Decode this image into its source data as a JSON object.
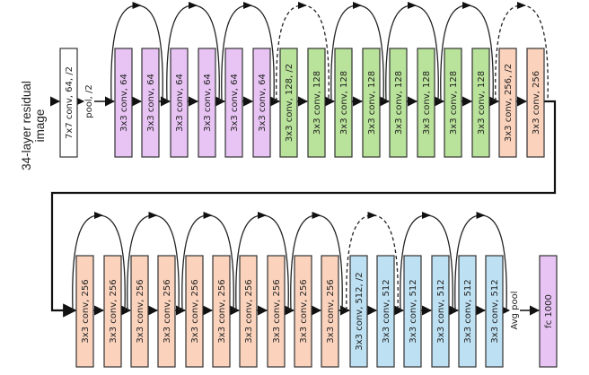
{
  "title_lines": [
    "34-layer residual",
    "image"
  ],
  "colors": {
    "stem": "#ffffff",
    "conv64": "#e8c4f4",
    "conv128": "#b9e39a",
    "conv256": "#fbd3bd",
    "conv512": "#bde0f2",
    "fc": "#e8c4f4",
    "stroke": "#333333"
  },
  "rows": [
    {
      "blocks": [
        {
          "label": "7x7 conv, 64, /2",
          "type": "stem"
        },
        {
          "label": "pool, /2",
          "type": "text"
        },
        {
          "label": "3x3 conv, 64",
          "type": "conv64"
        },
        {
          "label": "3x3 conv, 64",
          "type": "conv64"
        },
        {
          "label": "3x3 conv, 64",
          "type": "conv64"
        },
        {
          "label": "3x3 conv, 64",
          "type": "conv64"
        },
        {
          "label": "3x3 conv, 64",
          "type": "conv64"
        },
        {
          "label": "3x3 conv, 64",
          "type": "conv64"
        },
        {
          "label": "3x3 conv, 128, /2",
          "type": "conv128"
        },
        {
          "label": "3x3 conv, 128",
          "type": "conv128"
        },
        {
          "label": "3x3 conv, 128",
          "type": "conv128"
        },
        {
          "label": "3x3 conv, 128",
          "type": "conv128"
        },
        {
          "label": "3x3 conv, 128",
          "type": "conv128"
        },
        {
          "label": "3x3 conv, 128",
          "type": "conv128"
        },
        {
          "label": "3x3 conv, 128",
          "type": "conv128"
        },
        {
          "label": "3x3 conv, 128",
          "type": "conv128"
        },
        {
          "label": "3x3 conv, 256, /2",
          "type": "conv256"
        },
        {
          "label": "3x3 conv, 256",
          "type": "conv256"
        }
      ],
      "skips": [
        {
          "from": 2,
          "to": 3,
          "dashed": false
        },
        {
          "from": 4,
          "to": 5,
          "dashed": false
        },
        {
          "from": 6,
          "to": 7,
          "dashed": false
        },
        {
          "from": 8,
          "to": 9,
          "dashed": true
        },
        {
          "from": 10,
          "to": 11,
          "dashed": false
        },
        {
          "from": 12,
          "to": 13,
          "dashed": false
        },
        {
          "from": 14,
          "to": 15,
          "dashed": false
        },
        {
          "from": 16,
          "to": 17,
          "dashed": true
        }
      ]
    },
    {
      "blocks": [
        {
          "label": "3x3 conv, 256",
          "type": "conv256"
        },
        {
          "label": "3x3 conv, 256",
          "type": "conv256"
        },
        {
          "label": "3x3 conv, 256",
          "type": "conv256"
        },
        {
          "label": "3x3 conv, 256",
          "type": "conv256"
        },
        {
          "label": "3x3 conv, 256",
          "type": "conv256"
        },
        {
          "label": "3x3 conv, 256",
          "type": "conv256"
        },
        {
          "label": "3x3 conv, 256",
          "type": "conv256"
        },
        {
          "label": "3x3 conv, 256",
          "type": "conv256"
        },
        {
          "label": "3x3 conv, 256",
          "type": "conv256"
        },
        {
          "label": "3x3 conv, 256",
          "type": "conv256"
        },
        {
          "label": "3x3 conv, 512, /2",
          "type": "conv512"
        },
        {
          "label": "3x3 conv, 512",
          "type": "conv512"
        },
        {
          "label": "3x3 conv, 512",
          "type": "conv512"
        },
        {
          "label": "3x3 conv, 512",
          "type": "conv512"
        },
        {
          "label": "3x3 conv, 512",
          "type": "conv512"
        },
        {
          "label": "3x3 conv, 512",
          "type": "conv512"
        },
        {
          "label": "Avg pool",
          "type": "text"
        },
        {
          "label": "fc 1000",
          "type": "fc"
        }
      ],
      "skips": [
        {
          "from": 0,
          "to": 1,
          "dashed": false
        },
        {
          "from": 2,
          "to": 3,
          "dashed": false
        },
        {
          "from": 4,
          "to": 5,
          "dashed": false
        },
        {
          "from": 6,
          "to": 7,
          "dashed": false
        },
        {
          "from": 8,
          "to": 9,
          "dashed": false
        },
        {
          "from": 10,
          "to": 11,
          "dashed": true
        },
        {
          "from": 12,
          "to": 13,
          "dashed": false
        },
        {
          "from": 14,
          "to": 15,
          "dashed": false
        }
      ]
    }
  ]
}
